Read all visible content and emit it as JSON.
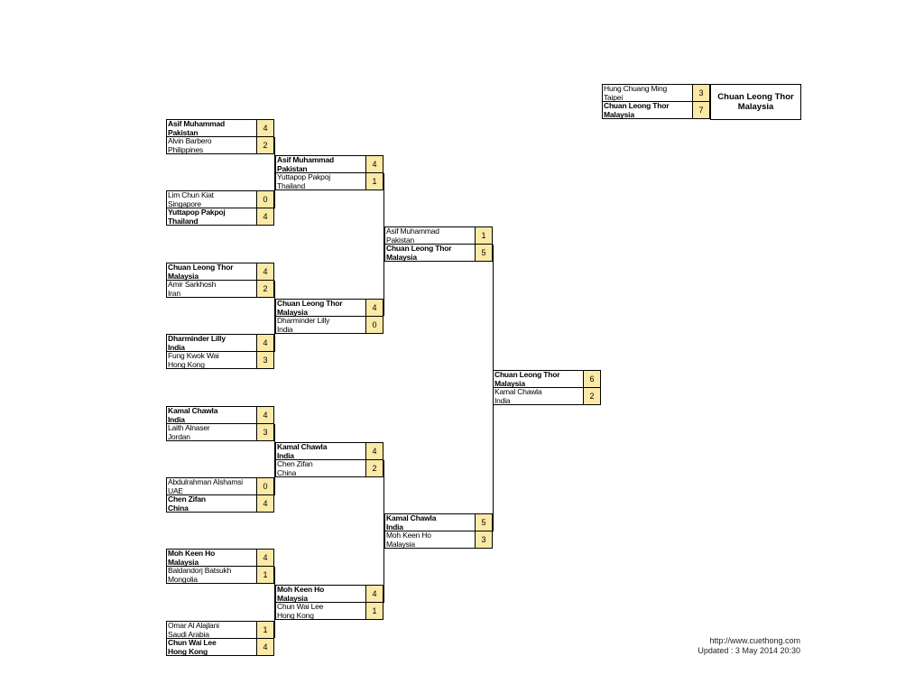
{
  "matches": [
    {
      "id": "r1m1",
      "players": [
        {
          "name": "Asif Muhammad",
          "country": "Pakistan",
          "score": "4",
          "winner": true
        },
        {
          "name": "Alvin Barbero",
          "country": "Philippines",
          "score": "2",
          "winner": false
        }
      ]
    },
    {
      "id": "r1m2",
      "players": [
        {
          "name": "Lim Chun Kiat",
          "country": "Singapore",
          "score": "0",
          "winner": false
        },
        {
          "name": "Yuttapop Pakpoj",
          "country": "Thailand",
          "score": "4",
          "winner": true
        }
      ]
    },
    {
      "id": "r1m3",
      "players": [
        {
          "name": "Chuan Leong Thor",
          "country": "Malaysia",
          "score": "4",
          "winner": true
        },
        {
          "name": "Amir Sarkhosh",
          "country": "Iran",
          "score": "2",
          "winner": false
        }
      ]
    },
    {
      "id": "r1m4",
      "players": [
        {
          "name": "Dharminder Lilly",
          "country": "India",
          "score": "4",
          "winner": true
        },
        {
          "name": "Fung Kwok Wai",
          "country": "Hong Kong",
          "score": "3",
          "winner": false
        }
      ]
    },
    {
      "id": "r1m5",
      "players": [
        {
          "name": "Kamal Chawla",
          "country": "India",
          "score": "4",
          "winner": true
        },
        {
          "name": "Laith Alnaser",
          "country": "Jordan",
          "score": "3",
          "winner": false
        }
      ]
    },
    {
      "id": "r1m6",
      "players": [
        {
          "name": "Abdulrahman Alshamsi",
          "country": "UAE",
          "score": "0",
          "winner": false
        },
        {
          "name": "Chen Zifan",
          "country": "China",
          "score": "4",
          "winner": true
        }
      ]
    },
    {
      "id": "r1m7",
      "players": [
        {
          "name": "Moh Keen Ho",
          "country": "Malaysia",
          "score": "4",
          "winner": true
        },
        {
          "name": "Baldandorj Batsukh",
          "country": "Mongolia",
          "score": "1",
          "winner": false
        }
      ]
    },
    {
      "id": "r1m8",
      "players": [
        {
          "name": "Omar Al Alajlani",
          "country": "Saudi Arabia",
          "score": "1",
          "winner": false
        },
        {
          "name": "Chun Wai Lee",
          "country": "Hong Kong",
          "score": "4",
          "winner": true
        }
      ]
    },
    {
      "id": "qf1",
      "players": [
        {
          "name": "Asif Muhammad",
          "country": "Pakistan",
          "score": "4",
          "winner": true
        },
        {
          "name": "Yuttapop Pakpoj",
          "country": "Thailand",
          "score": "1",
          "winner": false
        }
      ]
    },
    {
      "id": "qf2",
      "players": [
        {
          "name": "Chuan Leong Thor",
          "country": "Malaysia",
          "score": "4",
          "winner": true
        },
        {
          "name": "Dharminder Lilly",
          "country": "India",
          "score": "0",
          "winner": false
        }
      ]
    },
    {
      "id": "qf3",
      "players": [
        {
          "name": "Kamal Chawla",
          "country": "India",
          "score": "4",
          "winner": true
        },
        {
          "name": "Chen Zifan",
          "country": "China",
          "score": "2",
          "winner": false
        }
      ]
    },
    {
      "id": "qf4",
      "players": [
        {
          "name": "Moh Keen Ho",
          "country": "Malaysia",
          "score": "4",
          "winner": true
        },
        {
          "name": "Chun Wai Lee",
          "country": "Hong Kong",
          "score": "1",
          "winner": false
        }
      ]
    },
    {
      "id": "sf1",
      "players": [
        {
          "name": "Asif Muhammad",
          "country": "Pakistan",
          "score": "1",
          "winner": false
        },
        {
          "name": "Chuan Leong Thor",
          "country": "Malaysia",
          "score": "5",
          "winner": true
        }
      ]
    },
    {
      "id": "sf2",
      "players": [
        {
          "name": "Kamal Chawla",
          "country": "India",
          "score": "5",
          "winner": true
        },
        {
          "name": "Moh Keen Ho",
          "country": "Malaysia",
          "score": "3",
          "winner": false
        }
      ]
    },
    {
      "id": "final",
      "players": [
        {
          "name": "Chuan Leong Thor",
          "country": "Malaysia",
          "score": "6",
          "winner": true
        },
        {
          "name": "Kamal Chawla",
          "country": "India",
          "score": "2",
          "winner": false
        }
      ]
    },
    {
      "id": "grandfinal",
      "players": [
        {
          "name": "Hung Chuang Ming",
          "country": "Taipei",
          "score": "3",
          "winner": false
        },
        {
          "name": "Chuan Leong Thor",
          "country": "Malaysia",
          "score": "7",
          "winner": true
        }
      ]
    }
  ],
  "champion": {
    "name": "Chuan Leong Thor",
    "country": "Malaysia"
  },
  "footer": {
    "url": "http://www.cuethong.com",
    "updated": "Updated : 3 May 2014 20:30"
  }
}
